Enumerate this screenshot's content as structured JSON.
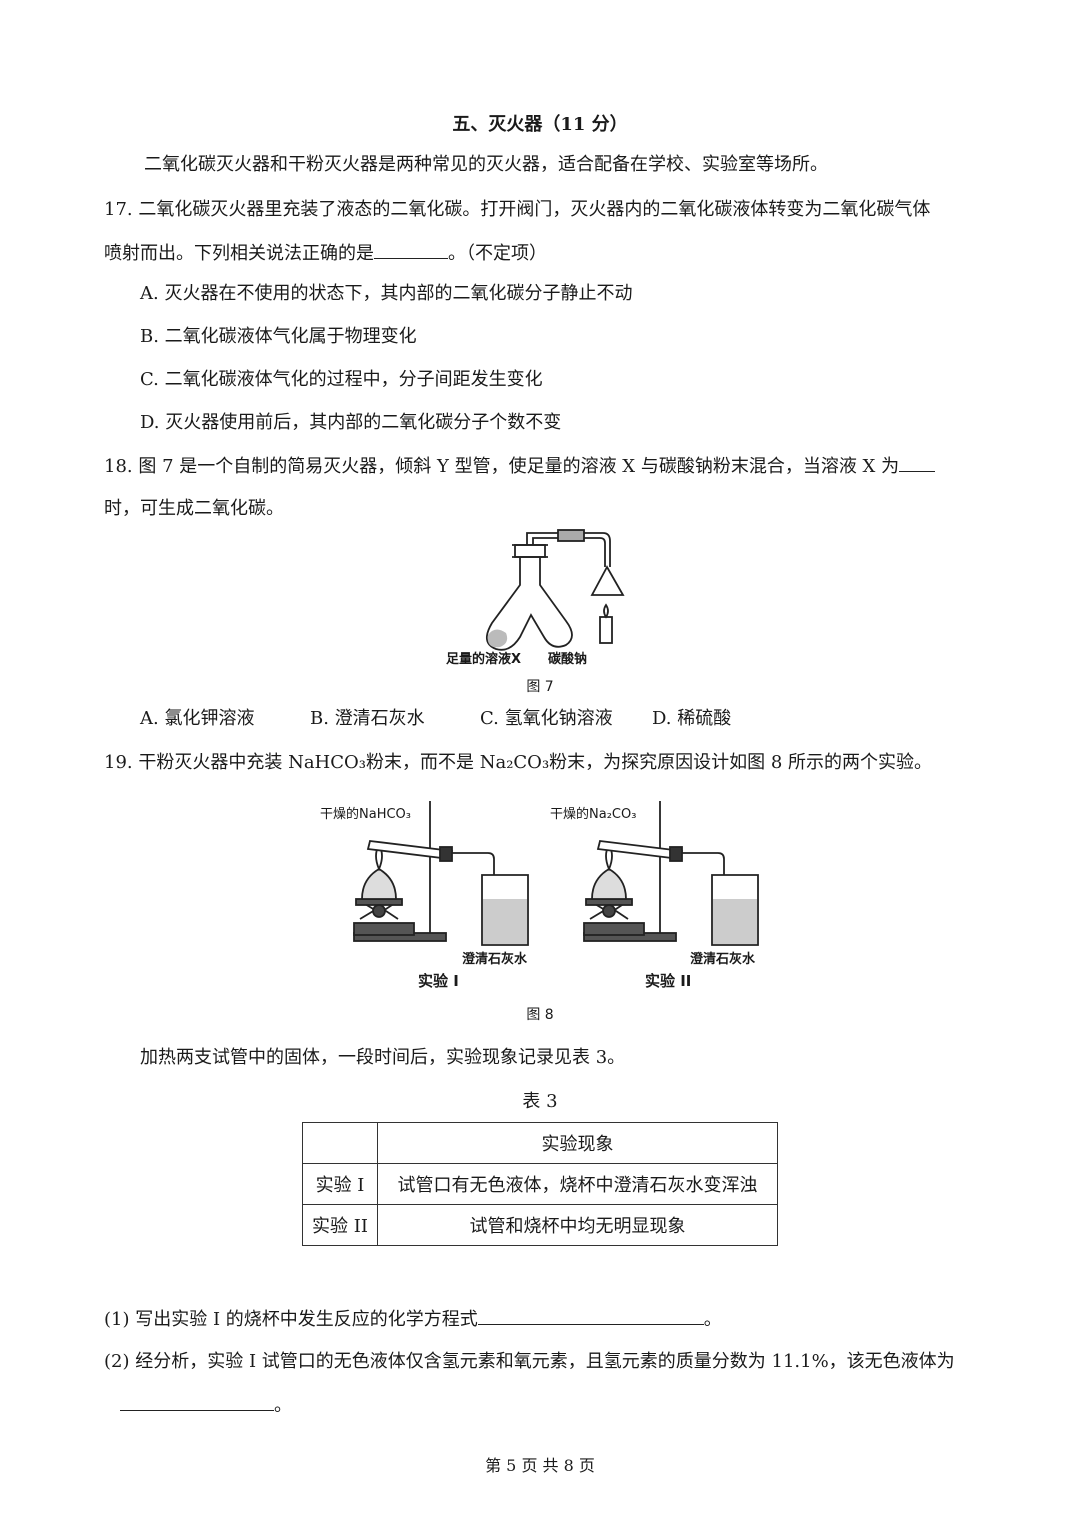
{
  "section_title": "五、灭火器（11 分）",
  "intro": "二氧化碳灭火器和干粉灭火器是两种常见的灭火器，适合配备在学校、实验室等场所。",
  "q17": {
    "line1": "17. 二氧化碳灭火器里充装了液态的二氧化碳。打开阀门，灭火器内的二氧化碳液体转变为二氧化碳气体",
    "line2_before": "喷射而出。下列相关说法正确的是",
    "line2_after": "。（不定项）",
    "options": [
      "A. 灭火器在不使用的状态下，其内部的二氧化碳分子静止不动",
      "B. 二氧化碳液体气化属于物理变化",
      "C. 二氧化碳液体气化的过程中，分子间距发生变化",
      "D. 灭火器使用前后，其内部的二氧化碳分子个数不变"
    ]
  },
  "q18": {
    "line1": "18. 图 7 是一个自制的简易灭火器，倾斜 Y 型管，使足量的溶液 X 与碳酸钠粉末混合，当溶液 X 为",
    "line2": "时，可生成二氧化碳。",
    "fig_labels": {
      "solution": "足量的溶液X",
      "carbonate": "碳酸钠"
    },
    "fig_caption": "图 7",
    "options": [
      "A. 氯化钾溶液",
      "B. 澄清石灰水",
      "C. 氢氧化钠溶液",
      "D. 稀硫酸"
    ]
  },
  "q19": {
    "line1": "19. 干粉灭火器中充装 NaHCO₃粉末，而不是 Na₂CO₃粉末，为探究原因设计如图 8 所示的两个实验。",
    "fig": {
      "exp1_reagent": "干燥的NaHCO₃",
      "exp2_reagent": "干燥的Na₂CO₃",
      "beaker_label": "澄清石灰水",
      "exp1_name": "实验 I",
      "exp2_name": "实验 II",
      "caption": "图 8"
    },
    "after_fig": "加热两支试管中的固体，一段时间后，实验现象记录见表 3。",
    "table_caption": "表 3",
    "table": {
      "header": [
        "",
        "实验现象"
      ],
      "rows": [
        [
          "实验 I",
          "试管口有无色液体，烧杯中澄清石灰水变浑浊"
        ],
        [
          "实验 II",
          "试管和烧杯中均无明显现象"
        ]
      ]
    },
    "sub1_before": "(1)  写出实验 I 的烧杯中发生反应的化学方程式",
    "sub1_after": "。",
    "sub2_line1": "(2)  经分析，实验 I 试管口的无色液体仅含氢元素和氧元素，且氢元素的质量分数为 11.1%，该无色液体为",
    "sub2_line2_after": "。"
  },
  "footer": "第 5 页 共 8 页"
}
